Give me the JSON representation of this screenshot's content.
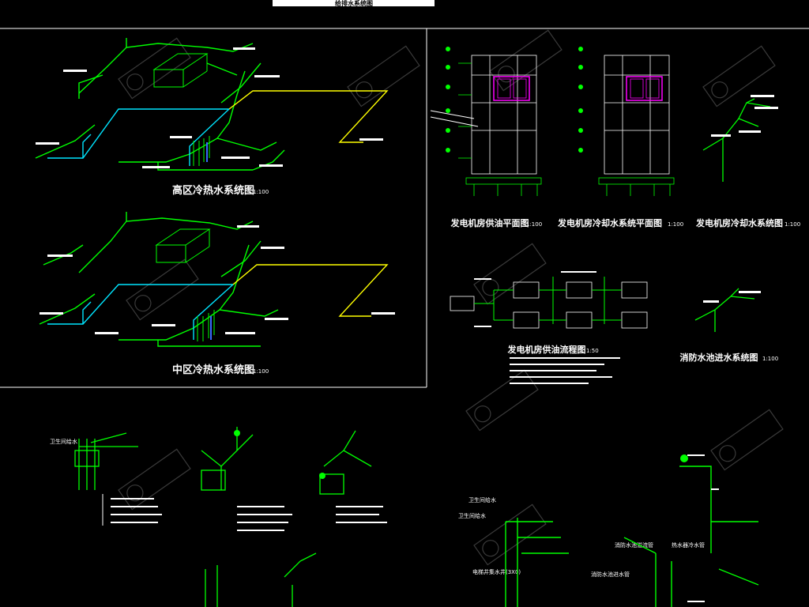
{
  "header": {
    "title": "给排水系统图"
  },
  "panels": {
    "high_zone": {
      "title": "高区冷热水系统图",
      "scale": "1:100"
    },
    "mid_zone": {
      "title": "中区冷热水系统图",
      "scale": "1:100"
    },
    "gen_oil_plan": {
      "title": "发电机房供油平面图",
      "scale": "1:100"
    },
    "gen_cooling_plan": {
      "title": "发电机房冷却水系统平面图",
      "scale": "1:100"
    },
    "gen_cooling_system": {
      "title": "发电机房冷却水系统图",
      "scale": "1:100"
    },
    "oil_flow": {
      "title": "发电机房供油流程图",
      "scale": "1:50"
    },
    "fire_pool": {
      "title": "消防水池进水系统图",
      "scale": "1:100"
    }
  },
  "labels": {
    "bottom_left_tag": "卫生间给水",
    "bottom_right_tag_1": "卫生间给水",
    "bottom_right_tag_2": "卫生间给水",
    "bottom_right_tag_3": "消防水池溢流管",
    "bottom_right_tag_4": "电梯井集水井(3X0)",
    "bottom_right_tag_5": "消防水池进水管",
    "bottom_right_tag_6": "热水器冷水管"
  },
  "colors": {
    "background": "#000000",
    "pipe_green": "#00ff00",
    "pipe_cyan": "#00e5ff",
    "pipe_yellow": "#ffff00",
    "frame_white": "#ffffff",
    "equipment_magenta": "#ff00ff",
    "watermark": "#3a3a3a"
  }
}
